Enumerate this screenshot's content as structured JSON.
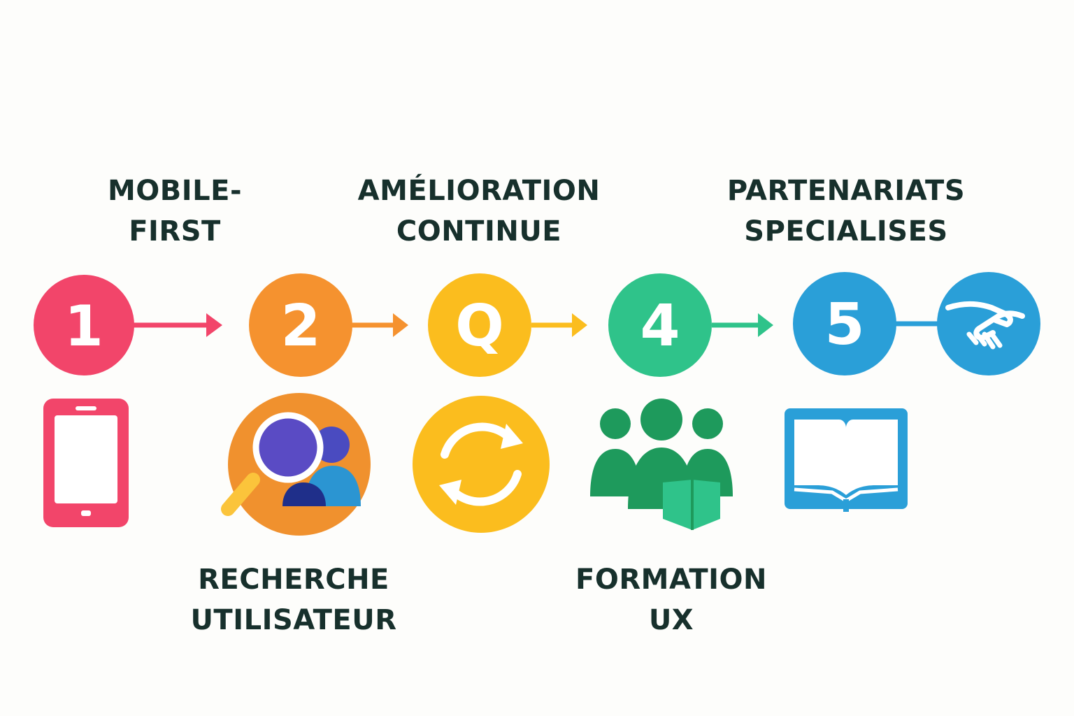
{
  "colors": {
    "step1": "#f2456a",
    "step2": "#f5922f",
    "step3": "#fbbd1e",
    "step4": "#2fc38a",
    "step5": "#2a9fd8",
    "text": "#17302c"
  },
  "steps": [
    {
      "number": "1",
      "label_top": "MOBILE-",
      "label_bottom": "FIRST",
      "icon": "smartphone-icon"
    },
    {
      "number": "2",
      "label_top": "RECHERCHE",
      "label_bottom": "UTILISATEUR",
      "icon": "user-search-icon"
    },
    {
      "number": "Q",
      "label_top": "AMÉLIORATION",
      "label_bottom": "CONTINUE",
      "icon": "refresh-cycle-icon"
    },
    {
      "number": "4",
      "label_top": "FORMATION",
      "label_bottom": "UX",
      "icon": "team-training-icon"
    },
    {
      "number": "5",
      "label_top": "PARTENARIATS",
      "label_bottom": "SPECIALISES",
      "icon": "open-book-icon"
    }
  ],
  "extra_icon": "handshake-icon"
}
